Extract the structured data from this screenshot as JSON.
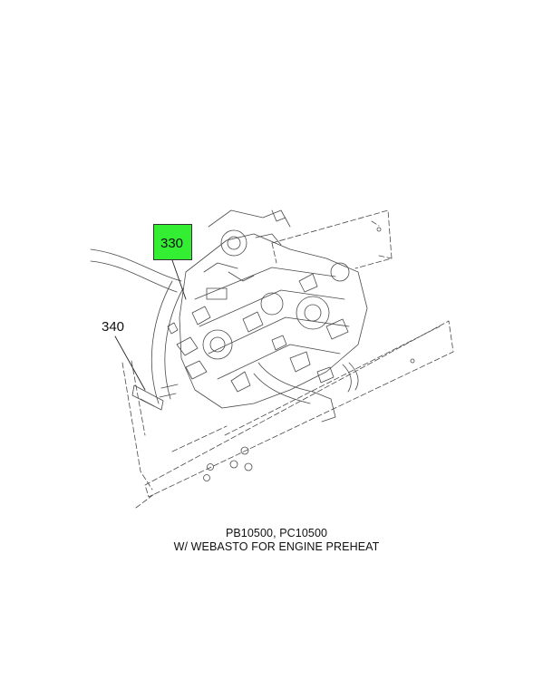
{
  "callouts": [
    {
      "label": "330",
      "highlight": true,
      "color": "#33ee33"
    },
    {
      "label": "340",
      "highlight": false
    }
  ],
  "caption": {
    "line1": "PB10500, PC10500",
    "line2": "W/ WEBASTO FOR ENGINE PREHEAT"
  }
}
